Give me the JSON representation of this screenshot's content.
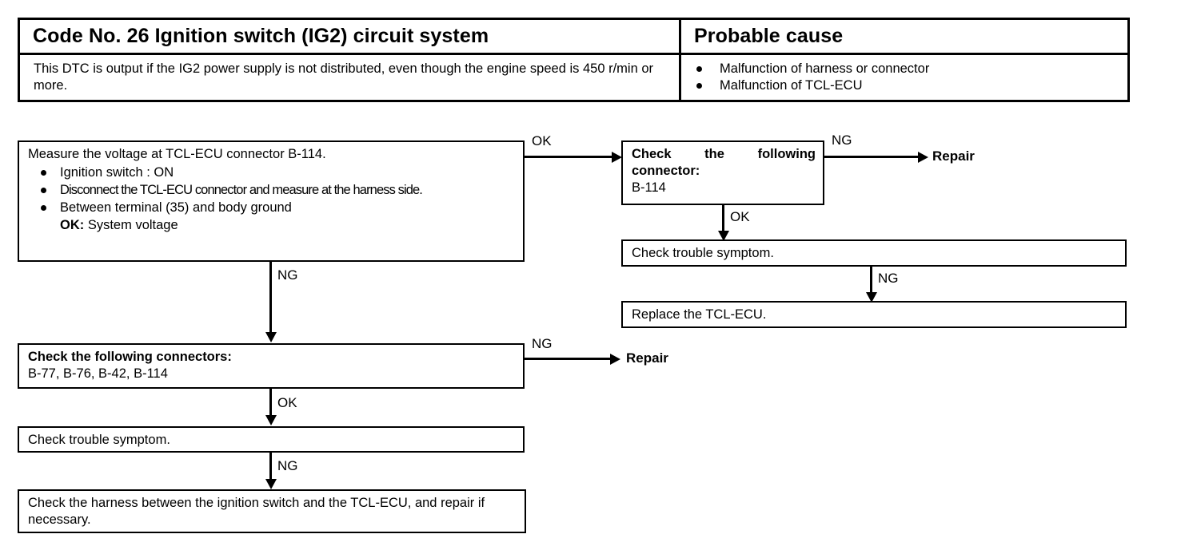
{
  "table": {
    "title": "Code No. 26 Ignition switch (IG2) circuit system",
    "cause_header": "Probable cause",
    "description": "This DTC is output if the IG2 power supply is not distributed, even though the engine speed is 450 r/min or more.",
    "causes": [
      "Malfunction of harness or connector",
      "Malfunction of TCL-ECU"
    ]
  },
  "flow": {
    "measure_box": {
      "heading": "Measure the voltage at TCL-ECU connector B-114.",
      "items": [
        "Ignition switch : ON",
        "Disconnect the TCL-ECU connector and measure at the harness side.",
        "Between terminal (35) and body ground"
      ],
      "ok_label": "OK:",
      "ok_value": "System voltage"
    },
    "connector_single": {
      "line1": "Check the following",
      "line2": "connector:",
      "line3": "B-114"
    },
    "connector_multi": {
      "line1": "Check the following connectors:",
      "line2": "B-77, B-76, B-42, B-114"
    },
    "symptom_right": "Check trouble symptom.",
    "replace_ecu": "Replace the TCL-ECU.",
    "symptom_left": "Check trouble symptom.",
    "harness": "Check the harness between the ignition switch and the TCL-ECU, and repair if necessary.",
    "labels": {
      "ok_top": "OK",
      "ng_top_right": "NG",
      "ok_right_down": "OK",
      "ng_right_down": "NG",
      "ng_left_down": "NG",
      "ng_multi_right": "NG",
      "ok_left_down": "OK",
      "ng_bottom": "NG",
      "repair_top": "Repair",
      "repair_bottom": "Repair"
    }
  },
  "colors": {
    "ink": "#000000",
    "paper": "#ffffff"
  }
}
